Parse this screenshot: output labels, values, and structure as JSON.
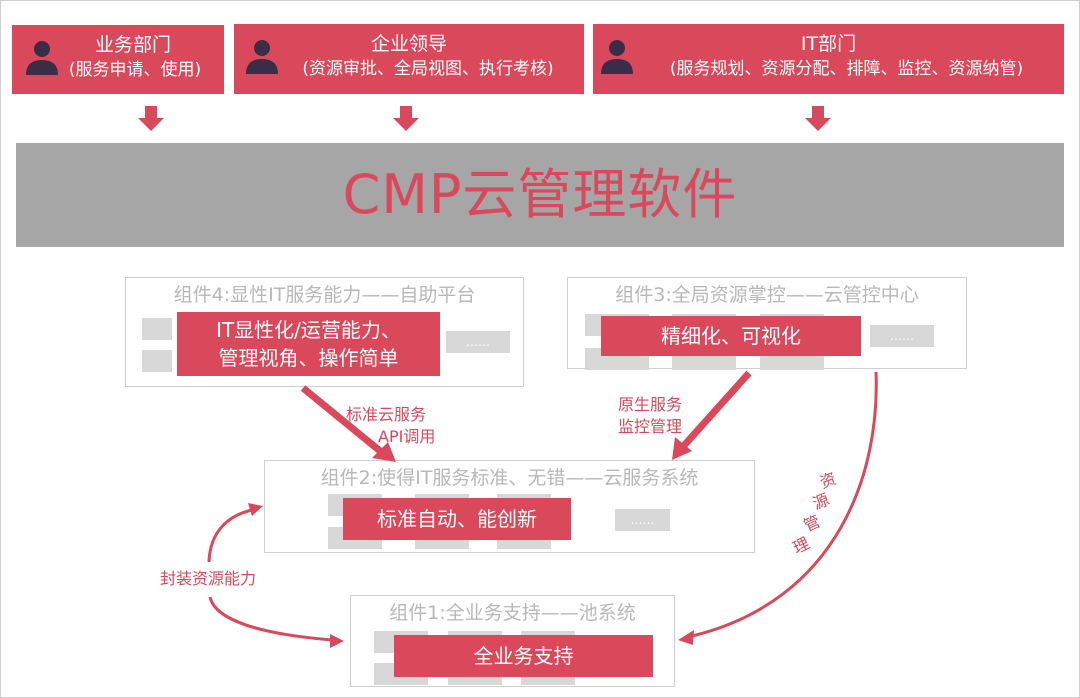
{
  "roles": [
    {
      "title": "业务部门",
      "subtitle": "(服务申请、使用)",
      "icon": "person-icon"
    },
    {
      "title": "企业领导",
      "subtitle": "(资源审批、全局视图、执行考核)",
      "icon": "person-icon"
    },
    {
      "title": "IT部门",
      "subtitle": "(服务规划、资源分配、排障、监控、资源纳管)",
      "icon": "person-icon"
    }
  ],
  "cmp": {
    "title": "CMP云管理软件"
  },
  "components": [
    {
      "id": "c4",
      "title": "组件4:显性IT服务能力——自助平台",
      "highlight": "IT显性化/运营能力、\n管理视角、操作简单",
      "highlight_line1": "IT显性化/运营能力、",
      "highlight_line2": "管理视角、操作简单",
      "more": "……"
    },
    {
      "id": "c3",
      "title": "组件3:全局资源掌控——云管控中心",
      "highlight": "精细化、可视化",
      "more": "……"
    },
    {
      "id": "c2",
      "title": "组件2:使得IT服务标准、无错——云服务系统",
      "highlight": "标准自动、能创新",
      "more": "……"
    },
    {
      "id": "c1",
      "title": "组件1:全业务支持——池系统",
      "highlight": "全业务支持"
    }
  ],
  "edge_labels": {
    "api_line1": "标准云服务",
    "api_line2": "API调用",
    "monitor_line1": "原生服务",
    "monitor_line2": "监控管理",
    "resource_mgmt": [
      "资",
      "源",
      "管",
      "理"
    ],
    "encapsulate": "封装资源能力"
  },
  "colors": {
    "accent": "#d9495b",
    "bar": "#a6a6a6",
    "icon": "#3b2d48",
    "placeholder": "#d8d8d8",
    "muted_text": "#b8b8b8"
  }
}
